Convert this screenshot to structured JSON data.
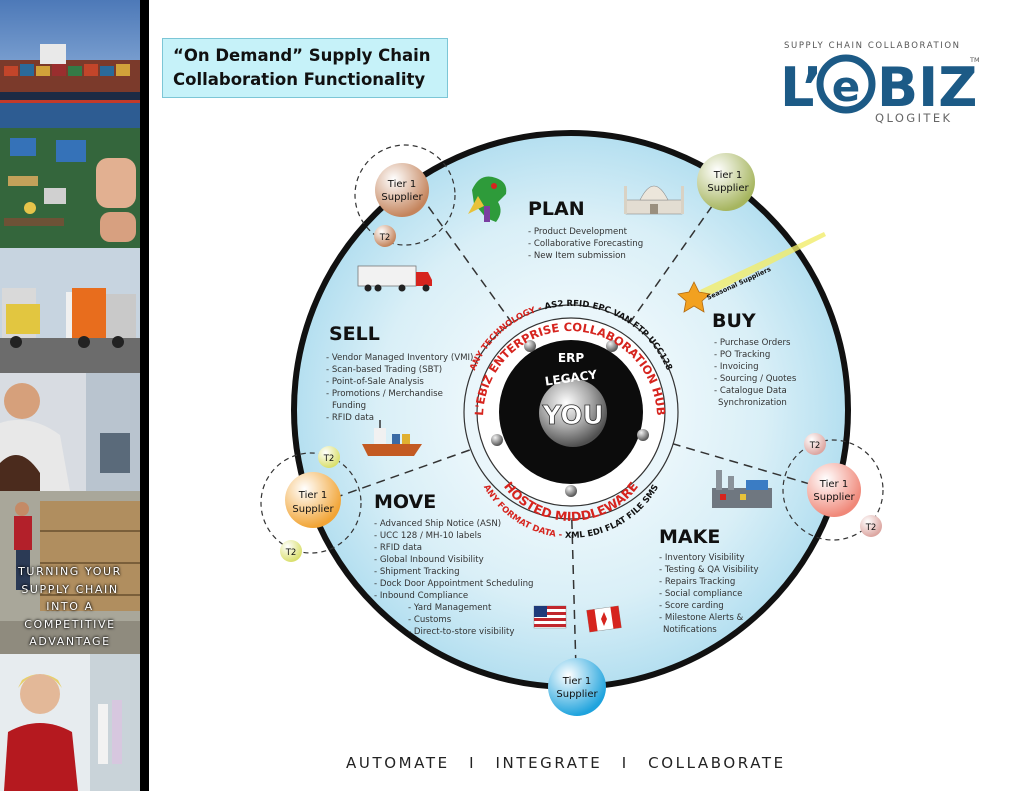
{
  "title": {
    "line1": "“On Demand” Supply Chain",
    "line2": "Collaboration Functionality"
  },
  "logo": {
    "tagline": "SUPPLY CHAIN COLLABORATION",
    "brand_l": "L’",
    "brand_e": "e",
    "brand_biz": "BIZ",
    "tm": "TM",
    "company": "QLOGITEK"
  },
  "sidebar": {
    "caption": "TURNING YOUR\nSUPPLY CHAIN\nINTO A\nCOMPETITIVE\nADVANTAGE"
  },
  "center": {
    "erp": "ERP",
    "legacy": "LEGACY",
    "you": "YOU"
  },
  "hub": {
    "ring_top": "L'EBIZ ENTERPRISE COLLABORATION HUB",
    "ring_bottom": "HOSTED MIDDLEWARE",
    "tech_prefix": "ANY TECHNOLOGY - ",
    "tech_items": "AS2  RFID  EPC  VAN  FTP  UCC128",
    "format_prefix": "ANY FORMAT DATA - ",
    "format_items": "XML  EDI  FLAT FILE  SMS"
  },
  "sections": {
    "plan": {
      "title": "PLAN",
      "items": [
        "- Product Development",
        "- Collaborative Forecasting",
        "- New Item submission"
      ]
    },
    "buy": {
      "title": "BUY",
      "items": [
        "- Purchase Orders",
        "- PO Tracking",
        "- Invoicing",
        "- Sourcing / Quotes",
        "- Catalogue Data",
        "  Synchronization"
      ]
    },
    "sell": {
      "title": "SELL",
      "items": [
        "- Vendor Managed Inventory (VMI)",
        "- Scan-based Trading (SBT)",
        "- Point-of-Sale Analysis",
        "- Promotions / Merchandise",
        "  Funding",
        "- RFID data"
      ]
    },
    "move": {
      "title": "MOVE",
      "items": [
        "- Advanced Ship Notice (ASN)",
        "- UCC 128 / MH-10 labels",
        "- RFID data",
        "- Global Inbound Visibility",
        "- Shipment Tracking",
        "- Dock Door Appointment Scheduling",
        "- Inbound Compliance",
        "- Yard Management",
        "- Customs",
        "- Direct-to-store visibility"
      ]
    },
    "make": {
      "title": "MAKE",
      "items": [
        "- Inventory Visibility",
        "- Testing & QA Visibility",
        "- Repairs Tracking",
        "- Social compliance",
        "- Score carding",
        "- Milestone Alerts &",
        "  Notifications"
      ]
    }
  },
  "seasonal": "Seasonal Suppliers",
  "suppliers": {
    "tier1_line1": "Tier 1",
    "tier1_line2": "Supplier",
    "t2": "T2"
  },
  "footer": {
    "w1": "AUTOMATE",
    "sep": "I",
    "w2": "INTEGRATE",
    "w3": "COLLABORATE"
  },
  "colors": {
    "hub_ring": "#d6241e",
    "title_box": "#c6f2f9",
    "wheel_fill": "#c7e8f4",
    "center": "#0c0c0c",
    "logo_blue": "#1c5a86"
  }
}
